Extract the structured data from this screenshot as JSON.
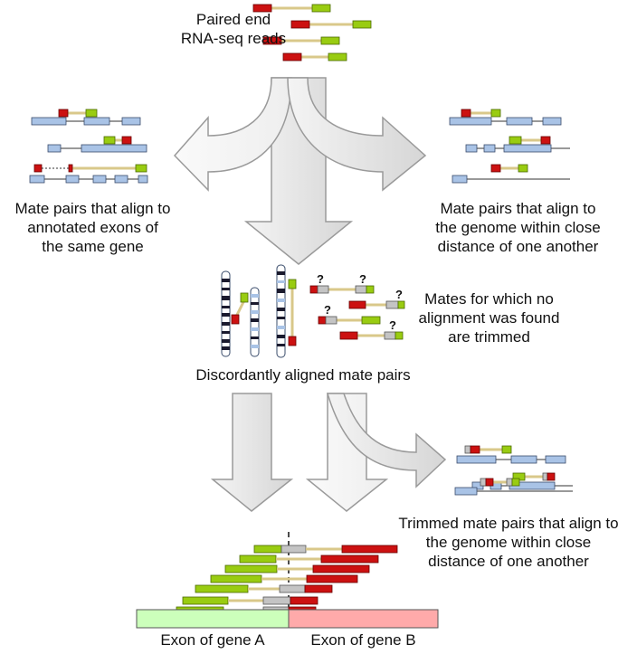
{
  "labels": {
    "paired_reads": [
      "Paired end",
      "RNA-seq reads"
    ],
    "same_gene": [
      "Mate pairs that align to",
      "annotated exons of",
      "the same gene"
    ],
    "close_distance": [
      "Mate pairs that align to",
      "the genome within close",
      "distance of one another"
    ],
    "trimmed_note": [
      "Mates for which no",
      "alignment was found",
      "are trimmed"
    ],
    "discordant": "Discordantly aligned mate pairs",
    "trimmed_close": [
      "Trimmed mate pairs that align to",
      "the genome within close",
      "distance of one another"
    ],
    "exon_a": "Exon of gene A",
    "exon_b": "Exon of gene B",
    "unaligned_mark": "?"
  },
  "colors": {
    "mate_red": "#cc1111",
    "mate_green": "#99cc11",
    "insert_line": "#d9c88a",
    "exon_blue": "#a9c3e6",
    "exon_edge": "#3a4c6b",
    "trimmed_gray": "#c4c4c4",
    "exon_a_fill": "#ccffbb",
    "exon_b_fill": "#ffaaaa",
    "arrow_fill": "#e6e6e6",
    "arrow_edge": "#9a9a9a"
  }
}
